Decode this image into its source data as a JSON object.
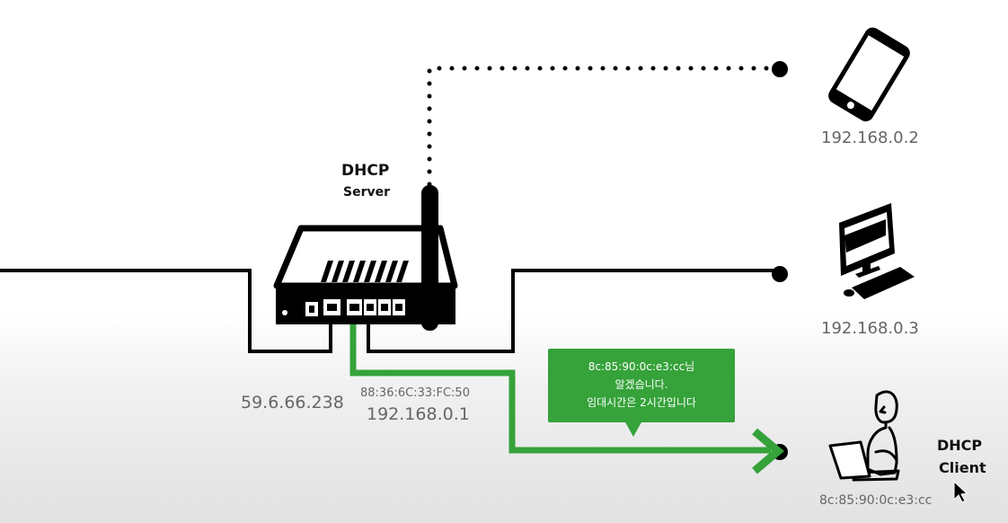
{
  "server": {
    "title": "DHCP",
    "subtitle": "Server"
  },
  "client": {
    "title": "DHCP",
    "subtitle": "Client",
    "mac": "8c:85:90:0c:e3:cc"
  },
  "router": {
    "wan_ip": "59.6.66.238",
    "lan_mac": "88:36:6C:33:FC:50",
    "lan_ip": "192.168.0.1"
  },
  "devices": {
    "phone_ip": "192.168.0.2",
    "desktop_ip": "192.168.0.3"
  },
  "message": {
    "line1": "8c:85:90:0c:e3:cc님",
    "line2": "알겠습니다.",
    "line3": "임대시간은 2시간입니다"
  },
  "colors": {
    "accent": "#35a23a",
    "line": "#000000",
    "ip_text": "#666666"
  }
}
